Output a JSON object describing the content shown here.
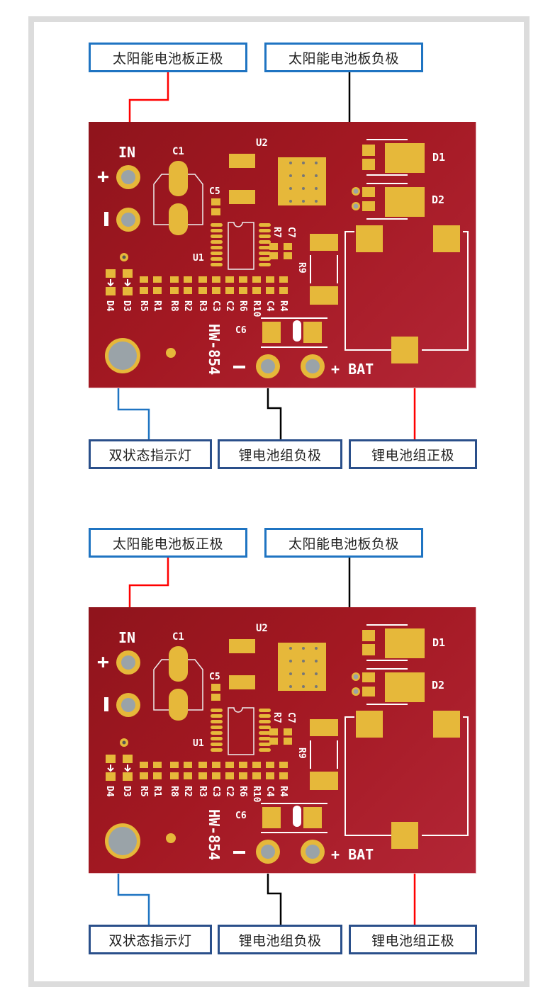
{
  "panels": [
    {
      "top_labels": {
        "solar_positive": "太阳能电池板正极",
        "solar_negative": "太阳能电池板负极"
      },
      "bottom_labels": {
        "indicator": "双状态指示灯",
        "battery_negative": "锂电池组负极",
        "battery_positive": "锂电池组正极"
      }
    },
    {
      "top_labels": {
        "solar_positive": "太阳能电池板正极",
        "solar_negative": "太阳能电池板负极"
      },
      "bottom_labels": {
        "indicator": "双状态指示灯",
        "battery_negative": "锂电池组负极",
        "battery_positive": "锂电池组正极"
      }
    }
  ],
  "board": {
    "model": "HW-854",
    "in_label": "IN",
    "plus_sign": "+",
    "minus_sign": "-",
    "bat_label": "+ BAT",
    "components": {
      "c1": "C1",
      "u2": "U2",
      "c5": "C5",
      "d1": "D1",
      "d2": "D2",
      "u1": "U1",
      "r7": "R7",
      "c7": "C7",
      "r9": "R9",
      "c6": "C6",
      "row": [
        "D4",
        "D3",
        "R5",
        "R1",
        "R8",
        "R2",
        "R3",
        "C3",
        "C2",
        "R6",
        "R10",
        "C4",
        "R4"
      ]
    }
  },
  "colors": {
    "label_border_top": "#1f74c2",
    "label_border_bottom": "#2a4f8a",
    "wire_positive": "#ff0000",
    "wire_negative": "#000000",
    "wire_indicator": "#1f74c2",
    "board_red": "#a31822",
    "pad_gold": "#e6b83a"
  }
}
